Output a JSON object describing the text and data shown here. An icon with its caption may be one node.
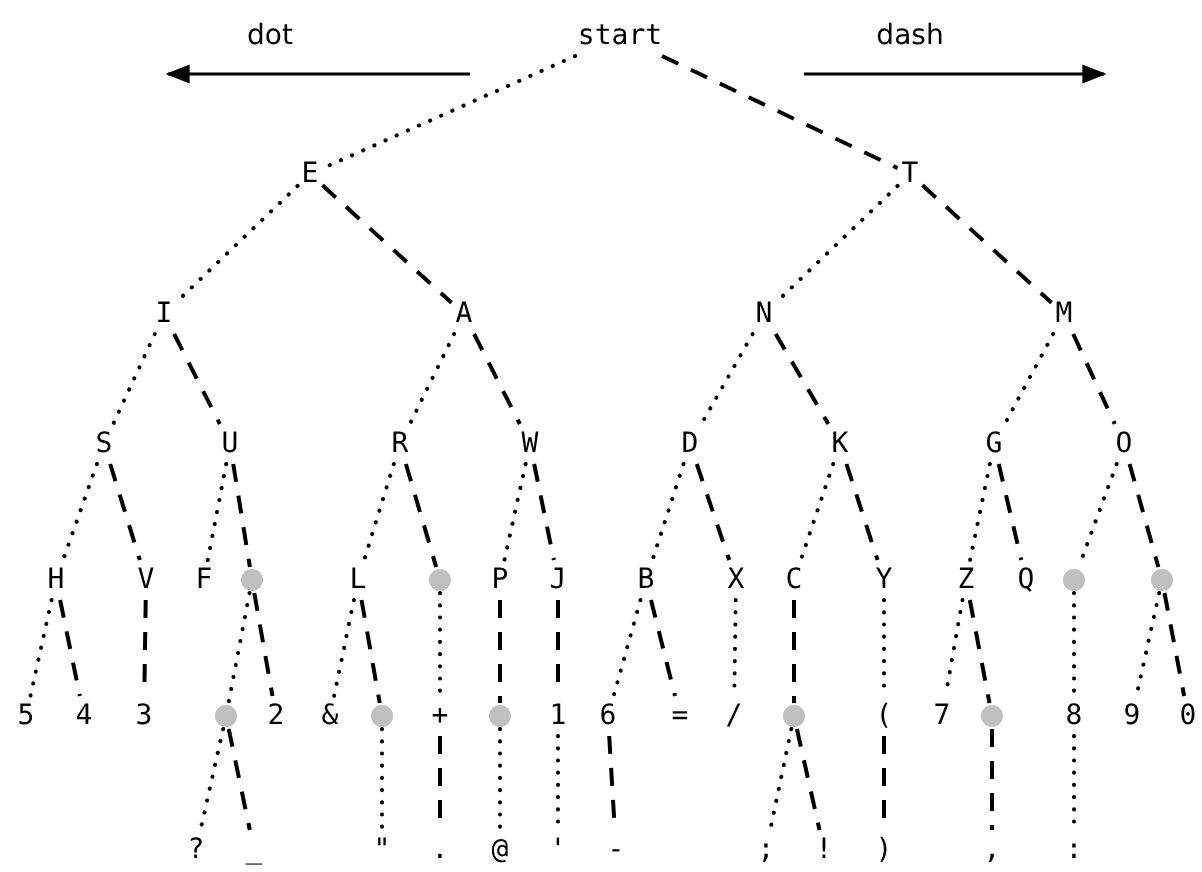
{
  "diagram": {
    "nodes": [
      {
        "text": [
          "start"
        ]
      },
      {
        "text": [
          "E"
        ]
      },
      {
        "text": [
          "T"
        ]
      },
      {
        "text": [
          "I"
        ]
      },
      {
        "text": [
          "A"
        ]
      },
      {
        "text": [
          "N"
        ]
      },
      {
        "text": [
          "M"
        ]
      },
      {
        "text": [
          "S"
        ]
      },
      {
        "text": [
          "U"
        ]
      },
      {
        "text": [
          "R"
        ]
      },
      {
        "text": [
          "W"
        ]
      },
      {
        "text": [
          "D"
        ]
      },
      {
        "text": [
          "K"
        ]
      },
      {
        "text": [
          "G"
        ]
      },
      {
        "text": [
          "O"
        ]
      },
      {
        "text": [
          "H"
        ]
      },
      {
        "text": [
          "V"
        ]
      },
      {
        "text": [
          "F"
        ]
      },
      {
        "text": [],
        "shape": "circle"
      },
      {
        "text": [
          "L"
        ]
      },
      {
        "text": [],
        "shape": "circle"
      },
      {
        "text": [
          "P"
        ]
      },
      {
        "text": [
          "J"
        ]
      },
      {
        "text": [
          "B"
        ]
      },
      {
        "text": [
          "X"
        ]
      },
      {
        "text": [
          "C"
        ]
      },
      {
        "text": [
          "Y"
        ]
      },
      {
        "text": [
          "Z"
        ]
      },
      {
        "text": [
          "Q"
        ]
      },
      {
        "text": [],
        "shape": "circle"
      },
      {
        "text": [],
        "shape": "circle"
      },
      {
        "text": [
          "5"
        ]
      },
      {
        "text": [
          "4"
        ]
      },
      {
        "text": [
          "3"
        ]
      },
      {
        "text": [],
        "shape": "circle"
      },
      {
        "text": [
          "2"
        ]
      },
      {
        "text": [
          "&"
        ]
      },
      {
        "text": [],
        "shape": "circle"
      },
      {
        "text": [
          "+"
        ]
      },
      {
        "text": [],
        "shape": "circle"
      },
      {
        "text": [
          "1"
        ]
      },
      {
        "text": [
          "6"
        ]
      },
      {
        "text": [
          "="
        ]
      },
      {
        "text": [
          "/"
        ]
      },
      {
        "text": [],
        "shape": "circle"
      },
      {
        "text": [
          "("
        ]
      },
      {
        "text": [
          "7"
        ]
      },
      {
        "text": [],
        "shape": "circle"
      },
      {
        "text": [
          "8"
        ]
      },
      {
        "text": [
          "9"
        ]
      },
      {
        "text": [
          "0"
        ]
      },
      {
        "text": [
          "?"
        ]
      },
      {
        "text": [
          "_"
        ]
      },
      {
        "text": [
          "\""
        ]
      },
      {
        "text": [
          "."
        ]
      },
      {
        "text": [
          "@"
        ]
      },
      {
        "text": [
          "'"
        ]
      },
      {
        "text": [
          "-"
        ]
      },
      {
        "text": [
          ";"
        ]
      },
      {
        "text": [
          "!"
        ]
      },
      {
        "text": [
          ")"
        ]
      },
      {
        "text": [
          ","
        ]
      },
      {
        "text": [
          ":"
        ]
      }
    ],
    "edges": [
      {
        "from": 0,
        "to": 1,
        "arrow": "none"
      },
      {
        "from": 0,
        "to": 2,
        "arrow": "none",
        "style": "dashed"
      },
      {
        "from": 1,
        "to": 3,
        "arrow": "none"
      },
      {
        "from": 1,
        "to": 4,
        "arrow": "none",
        "style": "dashed"
      },
      {
        "from": 2,
        "to": 5,
        "arrow": "none"
      },
      {
        "from": 2,
        "to": 6,
        "arrow": "none",
        "style": "dashed"
      },
      {
        "from": 3,
        "to": 7,
        "arrow": "none"
      },
      {
        "from": 3,
        "to": 8,
        "arrow": "none",
        "style": "dashed"
      },
      {
        "from": 4,
        "to": 9,
        "arrow": "none"
      },
      {
        "from": 4,
        "to": 10,
        "arrow": "none",
        "style": "dashed"
      },
      {
        "from": 5,
        "to": 11,
        "arrow": "none"
      },
      {
        "from": 5,
        "to": 12,
        "arrow": "none",
        "style": "dashed"
      },
      {
        "from": 6,
        "to": 13,
        "arrow": "none"
      },
      {
        "from": 6,
        "to": 14,
        "arrow": "none",
        "style": "dashed"
      },
      {
        "from": 7,
        "to": 15,
        "arrow": "none"
      },
      {
        "from": 7,
        "to": 16,
        "arrow": "none",
        "style": "dashed"
      },
      {
        "from": 8,
        "to": 17,
        "arrow": "none"
      },
      {
        "from": 8,
        "to": 18,
        "arrow": "none",
        "style": "dashed"
      },
      {
        "from": 9,
        "to": 19,
        "arrow": "none"
      },
      {
        "from": 9,
        "to": 20,
        "arrow": "none",
        "style": "dashed"
      },
      {
        "from": 10,
        "to": 21,
        "arrow": "none"
      },
      {
        "from": 10,
        "to": 22,
        "arrow": "none",
        "style": "dashed"
      },
      {
        "from": 11,
        "to": 23,
        "arrow": "none"
      },
      {
        "from": 11,
        "to": 24,
        "arrow": "none",
        "style": "dashed"
      },
      {
        "from": 12,
        "to": 25,
        "arrow": "none"
      },
      {
        "from": 12,
        "to": 26,
        "arrow": "none",
        "style": "dashed"
      },
      {
        "from": 13,
        "to": 27,
        "arrow": "none"
      },
      {
        "from": 13,
        "to": 28,
        "arrow": "none",
        "style": "dashed"
      },
      {
        "from": 14,
        "to": 29,
        "arrow": "none"
      },
      {
        "from": 14,
        "to": 30,
        "arrow": "none",
        "style": "dashed"
      },
      {
        "from": 15,
        "to": 31,
        "arrow": "none"
      },
      {
        "from": 15,
        "to": 32,
        "arrow": "none",
        "style": "dashed"
      },
      {
        "from": 16,
        "to": 33,
        "arrow": "none",
        "style": "dashed"
      },
      {
        "from": 18,
        "to": 34,
        "arrow": "none"
      },
      {
        "from": 18,
        "to": 35,
        "arrow": "none",
        "style": "dashed"
      },
      {
        "from": 19,
        "to": 36,
        "arrow": "none"
      },
      {
        "from": 19,
        "to": 37,
        "arrow": "none",
        "style": "dashed"
      },
      {
        "from": 20,
        "to": 38,
        "arrow": "none"
      },
      {
        "from": 21,
        "to": 39,
        "arrow": "none",
        "style": "dashed"
      },
      {
        "from": 22,
        "to": 40,
        "arrow": "none",
        "style": "dashed"
      },
      {
        "from": 23,
        "to": 41,
        "arrow": "none"
      },
      {
        "from": 23,
        "to": 42,
        "arrow": "none",
        "style": "dashed"
      },
      {
        "from": 24,
        "to": 43,
        "arrow": "none"
      },
      {
        "from": 25,
        "to": 44,
        "arrow": "none",
        "style": "dashed"
      },
      {
        "from": 26,
        "to": 45,
        "arrow": "none"
      },
      {
        "from": 27,
        "to": 46,
        "arrow": "none"
      },
      {
        "from": 27,
        "to": 47,
        "arrow": "none",
        "style": "dashed"
      },
      {
        "from": 29,
        "to": 48,
        "arrow": "none"
      },
      {
        "from": 30,
        "to": 49,
        "arrow": "none"
      },
      {
        "from": 30,
        "to": 50,
        "arrow": "none",
        "style": "dashed"
      },
      {
        "from": 34,
        "to": 51,
        "arrow": "none"
      },
      {
        "from": 34,
        "to": 52,
        "arrow": "none",
        "style": "dashed"
      },
      {
        "from": 37,
        "to": 53,
        "arrow": "none"
      },
      {
        "from": 38,
        "to": 54,
        "arrow": "none",
        "style": "dashed"
      },
      {
        "from": 39,
        "to": 55,
        "arrow": "none"
      },
      {
        "from": 40,
        "to": 56,
        "arrow": "none"
      },
      {
        "from": 41,
        "to": 57,
        "arrow": "none",
        "style": "dashed"
      },
      {
        "from": 44,
        "to": 58,
        "arrow": "none"
      },
      {
        "from": 44,
        "to": 59,
        "arrow": "none",
        "style": "dashed"
      },
      {
        "from": 45,
        "to": 60,
        "arrow": "none",
        "style": "dashed"
      },
      {
        "from": 47,
        "to": 61,
        "arrow": "none",
        "style": "dashed"
      },
      {
        "from": 48,
        "to": 62,
        "arrow": "none"
      }
    ],
    "labels": [
      "dot",
      "dash"
    ]
  }
}
